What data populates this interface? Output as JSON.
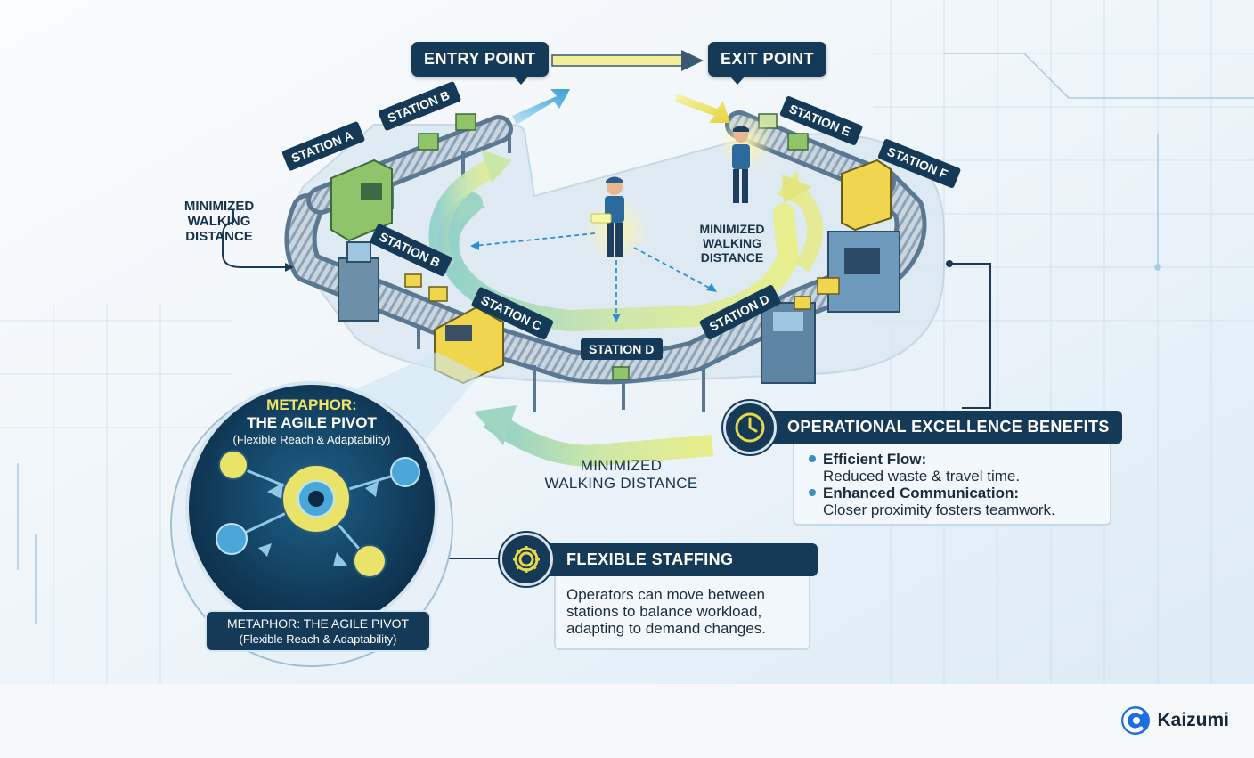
{
  "flow": {
    "entry_label": "ENTRY POINT",
    "exit_label": "EXIT POINT"
  },
  "stations": {
    "a": "STATION A",
    "b_back": "STATION B",
    "b_front": "STATION B",
    "c": "STATION C",
    "d_center": "STATION D",
    "d_right": "STATION D",
    "e": "STATION E",
    "f": "STATION F"
  },
  "walking": {
    "left_line1": "MINIMIZED",
    "left_line2": "WALKING",
    "left_line3": "DISTANCE",
    "inner_line1": "MINIMIZED",
    "inner_line2": "WALKING",
    "inner_line3": "DISTANCE",
    "bottom_line1": "MINIMIZED",
    "bottom_line2": "WALKING DISTANCE"
  },
  "metaphor": {
    "kicker": "METAPHOR:",
    "title": "THE AGILE PIVOT",
    "subtitle": "(Flexible Reach & Adaptability)",
    "caption_line1": "METAPHOR: THE AGILE PIVOT",
    "caption_line2": "(Flexible Reach & Adaptability)"
  },
  "benefits": {
    "title": "OPERATIONAL EXCELLENCE BENEFITS",
    "items": [
      {
        "title": "Efficient Flow:",
        "text": "Reduced waste & travel time."
      },
      {
        "title": "Enhanced Communication:",
        "text": "Closer proximity fosters teamwork."
      }
    ]
  },
  "staffing": {
    "title": "FLEXIBLE STAFFING",
    "line1": "Operators can move between",
    "line2": "stations to balance workload,",
    "line3": "adapting to demand changes."
  },
  "brand": {
    "name": "Kaizumi"
  },
  "colors": {
    "navy": "#143a57",
    "accent_yellow": "#e8d84a",
    "accent_blue": "#3c9fd4",
    "machine_green": "#8fc46a",
    "machine_yellow": "#f0d64e"
  },
  "icons": {
    "benefits": "clock-icon",
    "staffing": "gear-icon",
    "brand": "kaizumi-logo-icon"
  }
}
